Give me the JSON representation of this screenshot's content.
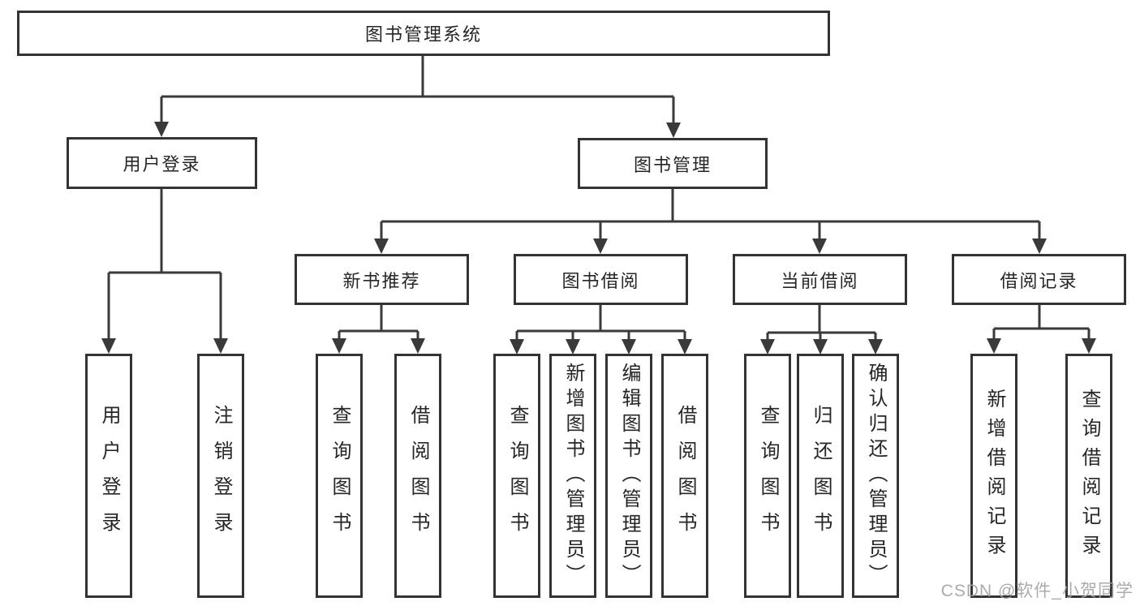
{
  "tree": {
    "label": "图书管理系统",
    "children": [
      {
        "label": "用户登录",
        "children": [
          {
            "label": "用户登录"
          },
          {
            "label": "注销登录"
          }
        ]
      },
      {
        "label": "图书管理",
        "children": [
          {
            "label": "新书推荐",
            "children": [
              {
                "label": "查询图书"
              },
              {
                "label": "借阅图书"
              }
            ]
          },
          {
            "label": "图书借阅",
            "children": [
              {
                "label": "查询图书"
              },
              {
                "label": "新增图书（管理员）"
              },
              {
                "label": "编辑图书（管理员）"
              },
              {
                "label": "借阅图书"
              }
            ]
          },
          {
            "label": "当前借阅",
            "children": [
              {
                "label": "查询图书"
              },
              {
                "label": "归还图书"
              },
              {
                "label": "确认归还（管理员）"
              }
            ]
          },
          {
            "label": "借阅记录",
            "children": [
              {
                "label": "新增借阅记录"
              },
              {
                "label": "查询借阅记录"
              }
            ]
          }
        ]
      }
    ]
  },
  "watermark": {
    "text": "CSDN @软件_小贺同学"
  },
  "colors": {
    "line": "#3a3a3a",
    "box_border": "#333333",
    "text": "#262626",
    "watermark": "#a3a3a3",
    "background": "#ffffff"
  }
}
